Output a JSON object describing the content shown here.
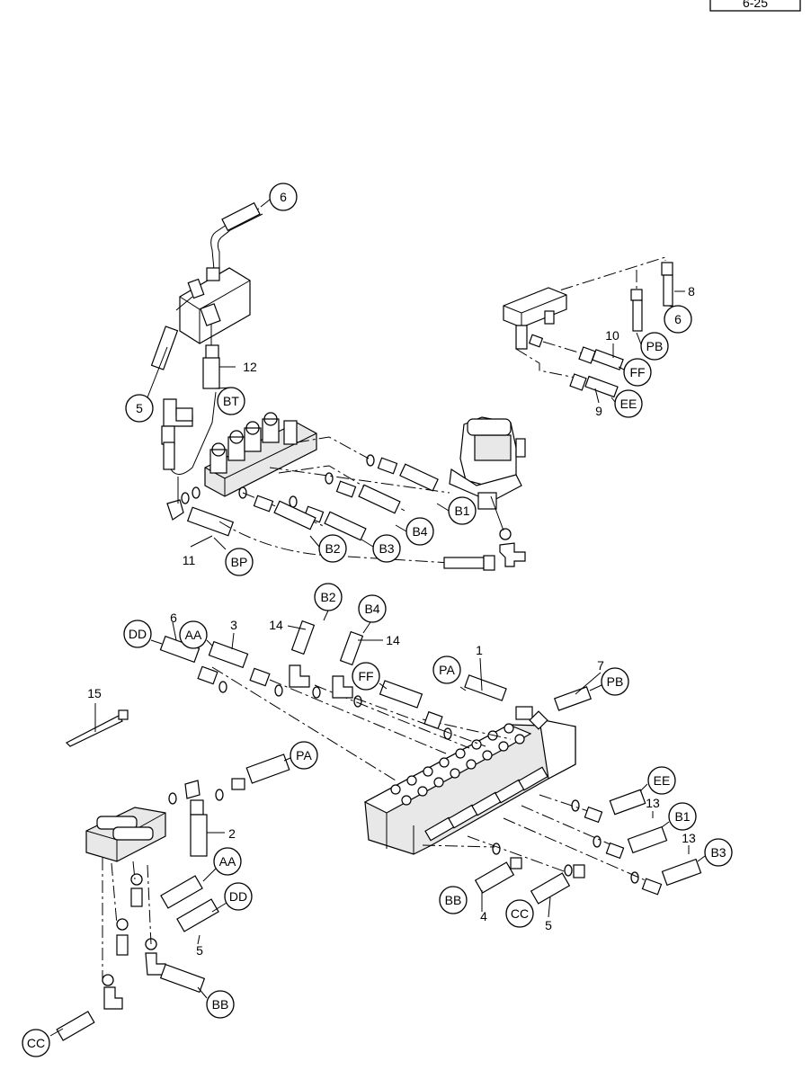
{
  "page": {
    "page_number": "6-25"
  },
  "callouts": {
    "n6a": "6",
    "n5a": "5",
    "n12": "12",
    "n11": "11",
    "n8": "8",
    "n6b": "6",
    "n10": "10",
    "n9": "9",
    "n14a": "14",
    "n14b": "14",
    "n6c": "6",
    "n3": "3",
    "n1": "1",
    "n7": "7",
    "n15": "15",
    "n2": "2",
    "n5b": "5",
    "n4": "4",
    "n5c": "5",
    "n13a": "13",
    "n13b": "13"
  },
  "bubbles": {
    "c6a": "6",
    "c5a": "5",
    "cBT": "BT",
    "cBP": "BP",
    "cB2a": "B2",
    "cB3a": "B3",
    "cB4a": "B4",
    "cB1a": "B1",
    "c6b": "6",
    "cPBa": "PB",
    "cFFa": "FF",
    "cEEa": "EE",
    "cB2b": "B2",
    "cB4b": "B4",
    "cDDa": "DD",
    "cAAa": "AA",
    "cFFb": "FF",
    "cPAa": "PA",
    "cPBb": "PB",
    "cPAb": "PA",
    "cEEb": "EE",
    "cB1b": "B1",
    "cB3b": "B3",
    "cAAb": "AA",
    "cDDb": "DD",
    "cBBa": "BB",
    "cCCa": "CC",
    "cBBb": "BB",
    "cCCb": "CC"
  }
}
